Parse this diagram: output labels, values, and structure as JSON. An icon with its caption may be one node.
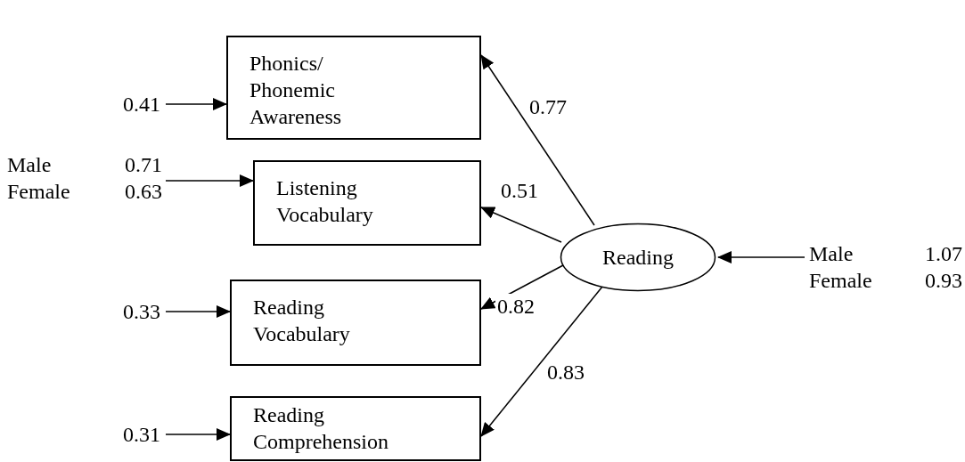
{
  "diagram": {
    "nodes": [
      {
        "text": [
          "Phonics/ Phonemic Awareness"
        ]
      },
      {
        "text": [
          "Listening Vocabulary"
        ]
      },
      {
        "text": [
          "Reading Vocabulary"
        ]
      },
      {
        "text": [
          "Reading Comprehension"
        ]
      },
      {
        "text": [
          "Reading"
        ]
      },
      {
        "text": [
          "0.41"
        ]
      },
      {
        "text": [
          "Male",
          "0.71",
          "Female",
          "0.63"
        ]
      },
      {
        "text": [
          "0.33"
        ]
      },
      {
        "text": [
          "0.31"
        ]
      },
      {
        "text": [
          "Male",
          "1.07",
          "Female",
          "0.93"
        ]
      }
    ],
    "edges": [
      {
        "from": 5,
        "to": 0,
        "arrow": "to"
      },
      {
        "from": 6,
        "to": 1,
        "arrow": "to"
      },
      {
        "from": 7,
        "to": 2,
        "arrow": "to"
      },
      {
        "from": 8,
        "to": 3,
        "arrow": "to"
      },
      {
        "from": 9,
        "to": 4,
        "arrow": "to"
      },
      {
        "from": 4,
        "to": 0,
        "arrow": "to",
        "label": "0.77"
      },
      {
        "from": 4,
        "to": 1,
        "arrow": "to",
        "label": "0.51"
      },
      {
        "from": 4,
        "to": 2,
        "arrow": "to",
        "label": "0.82"
      },
      {
        "from": 4,
        "to": 3,
        "arrow": "to",
        "label": "0.83"
      }
    ]
  }
}
